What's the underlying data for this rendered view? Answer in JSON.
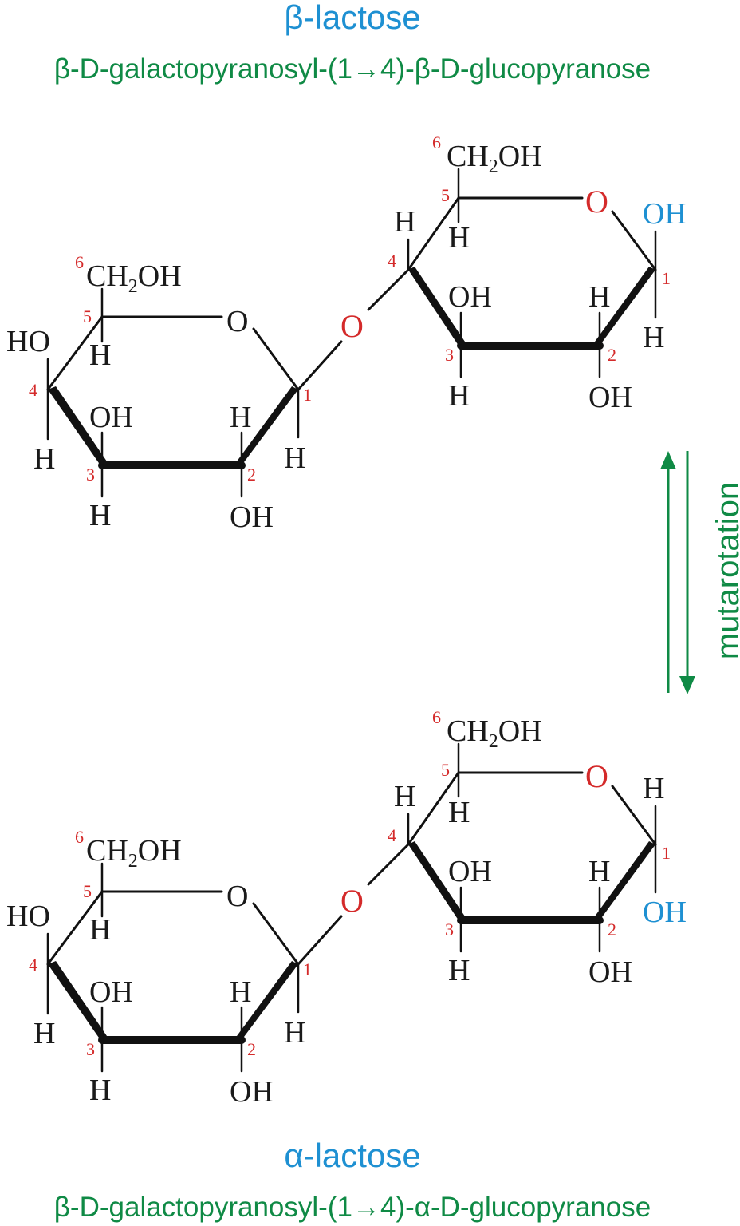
{
  "colors": {
    "name": "#1e90d2",
    "iupac": "#0f8a45",
    "ring_oxygen": "#d42a2a",
    "anomeric_oh": "#1e90d2",
    "bond": "#111111"
  },
  "top": {
    "name": "β-lactose",
    "iupac": "β-D-galactopyranosyl-(1→4)-β-D-glucopyranose"
  },
  "bottom": {
    "name": "α-lactose",
    "iupac": "β-D-galactopyranosyl-(1→4)-α-D-glucopyranose"
  },
  "arrow": {
    "label": "mutarotation",
    "icon": "equilibrium-arrows-icon"
  },
  "atoms": {
    "ch2": "CH",
    "ch2_sub": "2",
    "oh": "OH",
    "ho": "HO",
    "h": "H",
    "o": "O"
  },
  "carbon_numbers": {
    "c1": "1",
    "c2": "2",
    "c3": "3",
    "c4": "4",
    "c5": "5",
    "c6": "6"
  }
}
